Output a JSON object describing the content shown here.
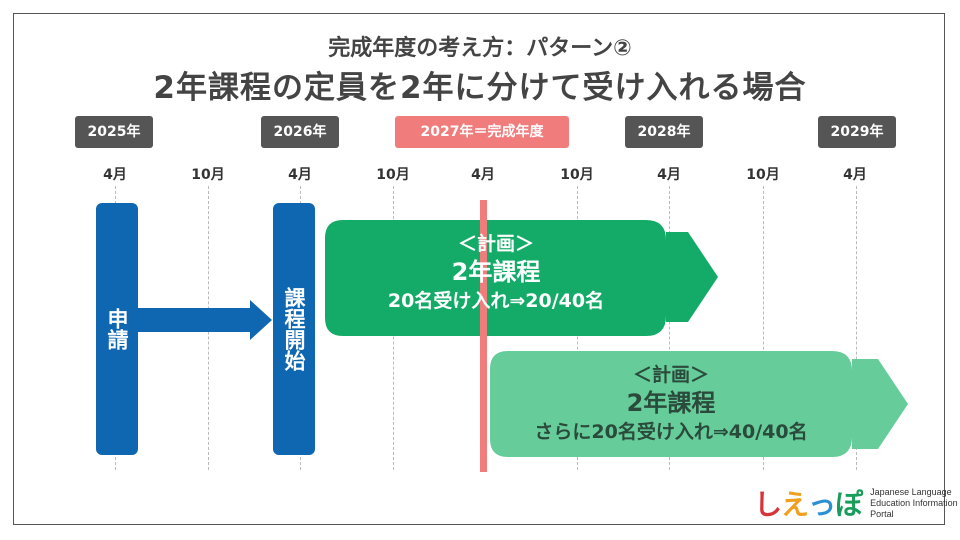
{
  "title": {
    "subtitle": "完成年度の考え方：パターン②",
    "main": "2年課程の定員を2年に分けて受け入れる場合"
  },
  "years": [
    "2025年",
    "2026年",
    "2027年＝完成年度",
    "2028年",
    "2029年"
  ],
  "months": [
    "4月",
    "10月",
    "4月",
    "10月",
    "4月",
    "10月",
    "4月",
    "10月",
    "4月"
  ],
  "application": {
    "label": "申請"
  },
  "course_start": {
    "label": "課程開始"
  },
  "plan1": {
    "line1": "＜計画＞",
    "line2": "2年課程",
    "line3": "20名受け入れ⇒20/40名"
  },
  "plan2": {
    "line1": "＜計画＞",
    "line2": "2年課程",
    "line3": "さらに20名受け入れ⇒40/40名"
  },
  "logo": {
    "mark": [
      "し",
      "え",
      "っ",
      "ぽ"
    ],
    "text_lines": [
      "Japanese Language",
      "Education Information",
      "Portal"
    ]
  },
  "colors": {
    "blue": "#0f67b1",
    "green_dark": "#14ab69",
    "green_light": "#66cc99",
    "complete_red": "#f07c7c",
    "badge_gray": "#555555"
  }
}
